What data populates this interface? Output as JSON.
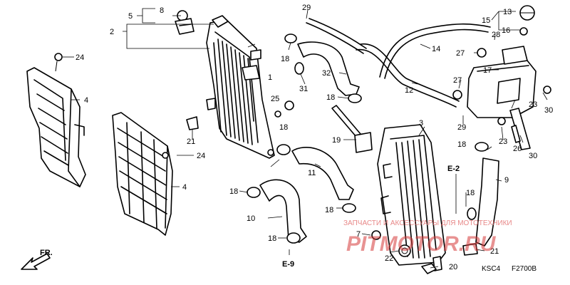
{
  "labels": {
    "p1": "1",
    "p2": "2",
    "p3": "3",
    "p4a": "4",
    "p4b": "4",
    "p5": "5",
    "p7": "7",
    "p8": "8",
    "p9": "9",
    "p10": "10",
    "p11": "11",
    "p12": "12",
    "p13": "13",
    "p14": "14",
    "p15": "15",
    "p16": "16",
    "p17": "17",
    "p18a": "18",
    "p18b": "18",
    "p18c": "18",
    "p18d": "18",
    "p18e": "18",
    "p18f": "18",
    "p18g": "18",
    "p18h": "18",
    "p19": "19",
    "p20": "20",
    "p21a": "21",
    "p21b": "21",
    "p22": "22",
    "p23a": "23",
    "p23b": "23",
    "p24a": "24",
    "p24b": "24",
    "p25": "25",
    "p26": "26",
    "p27a": "27",
    "p27b": "27",
    "p28": "28",
    "p29a": "29",
    "p29b": "29",
    "p30a": "30",
    "p30b": "30",
    "p31": "31",
    "p32": "32"
  },
  "refs": {
    "e2": "E-2",
    "e9": "E-9"
  },
  "direction": "FR.",
  "footer": {
    "model": "KSC4",
    "figure": "F2700B"
  },
  "watermark": {
    "line1": "ЗАПЧАСТИ И АКСЕССУАРЫ ДЛЯ МОТОТЕХНИКИ",
    "line2": "PITMOTOR.RU"
  }
}
